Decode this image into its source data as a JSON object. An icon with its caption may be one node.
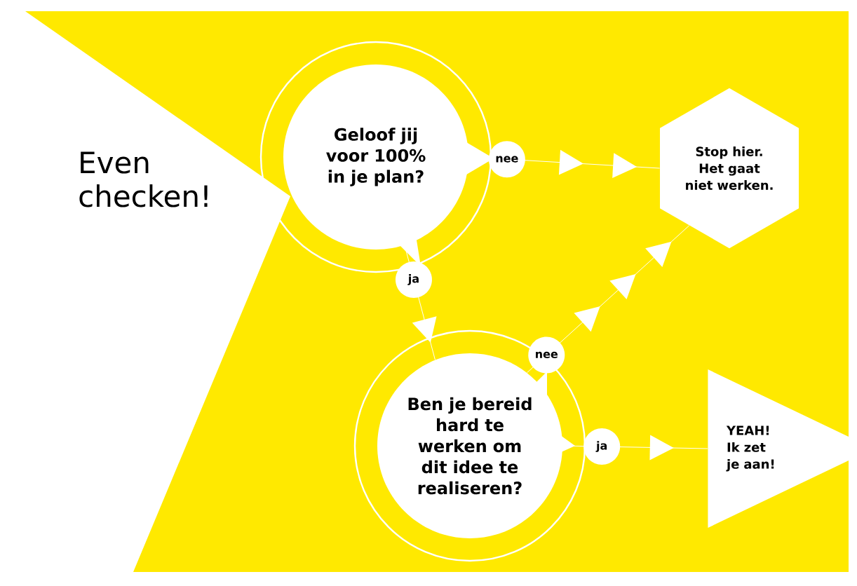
{
  "diagram": {
    "title": "Even checken!",
    "nodes": [
      {
        "text": [
          "Geloof jij voor 100% in je plan?"
        ]
      },
      {
        "text": [
          "Stop hier. Het gaat niet werken."
        ]
      },
      {
        "text": [
          "Ben je bereid hard te werken om dit idee te realiseren?"
        ]
      },
      {
        "text": [
          "YEAH! Ik zet je aan!"
        ]
      }
    ],
    "edges": [
      {
        "from": 0,
        "to": 1,
        "arrow": "to",
        "label": "nee"
      },
      {
        "from": 0,
        "to": 2,
        "arrow": "to",
        "label": "ja"
      },
      {
        "from": 2,
        "to": 1,
        "arrow": "to",
        "label": "nee"
      },
      {
        "from": 2,
        "to": 3,
        "arrow": "to",
        "label": "ja"
      }
    ]
  }
}
